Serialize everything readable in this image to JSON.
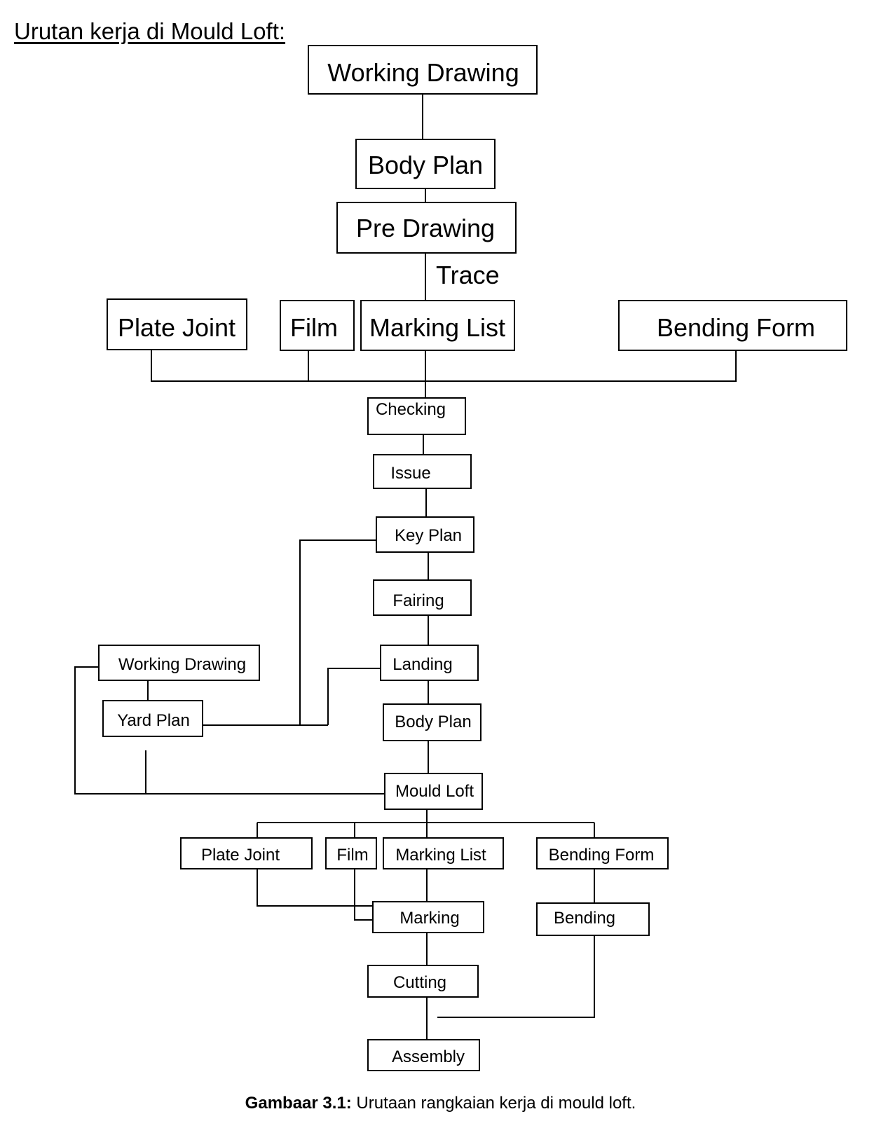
{
  "heading": "Urutan kerja di Mould Loft:",
  "caption": {
    "label": "Gambaar 3.1:",
    "text": "Urutaan rangkaian kerja di mould loft."
  },
  "nodes": {
    "working_drawing_top": "Working Drawing",
    "body_plan_top": "Body Plan",
    "pre_drawing": "Pre Drawing",
    "trace": "Trace",
    "plate_joint_top": "Plate Joint",
    "film_top": "Film",
    "marking_list_top": "Marking List",
    "bending_form_top": "Bending Form",
    "checking": "Checking",
    "issue": "Issue",
    "key_plan": "Key Plan",
    "fairing": "Fairing",
    "working_drawing_side": "Working Drawing",
    "landing": "Landing",
    "yard_plan": "Yard Plan",
    "body_plan_mid": "Body Plan",
    "mould_loft": "Mould Loft",
    "plate_joint_bottom": "Plate Joint",
    "film_bottom": "Film",
    "marking_list_bottom": "Marking List",
    "bending_form_bottom": "Bending Form",
    "marking": "Marking",
    "bending": "Bending",
    "cutting": "Cutting",
    "assembly": "Assembly"
  }
}
